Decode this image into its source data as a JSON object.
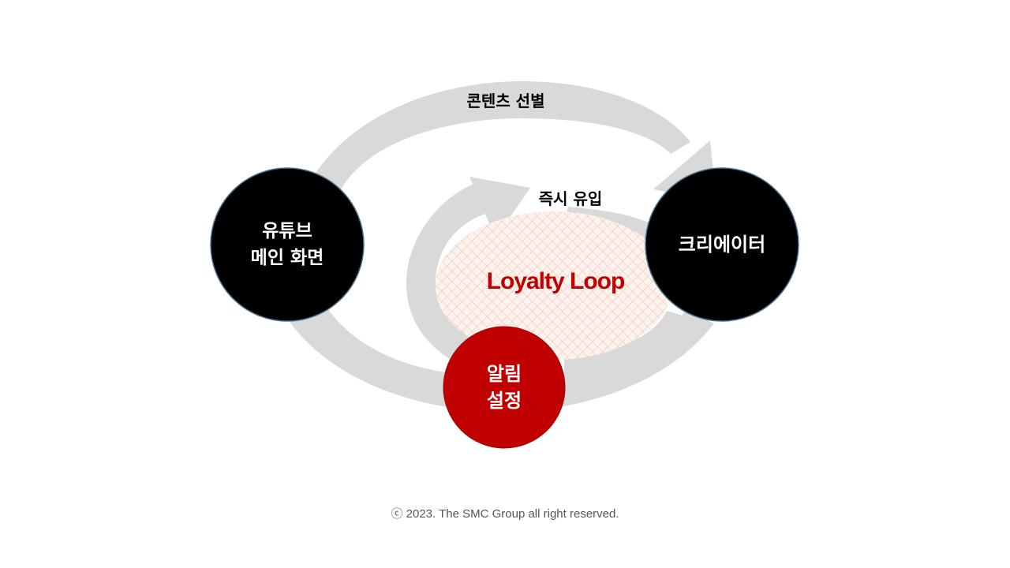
{
  "diagram": {
    "outer_arrow_label": "콘텐츠 선별",
    "inner_arrow_label": "즉시 유입",
    "loop_title": "Loyalty Loop",
    "nodes": {
      "youtube_main": {
        "line1": "유튜브",
        "line2": "메인 화면"
      },
      "creator": {
        "line1": "크리에이터"
      },
      "notification": {
        "line1": "알림",
        "line2": "설정"
      }
    },
    "colors": {
      "arrow_gray": "#d9d9d9",
      "node_black": "#000000",
      "node_red": "#c00000",
      "loop_title_red": "#c00000",
      "hatch_peach": "#f4b7a2"
    }
  },
  "footer": {
    "copyright": "ⓒ 2023. The SMC Group all right reserved."
  }
}
